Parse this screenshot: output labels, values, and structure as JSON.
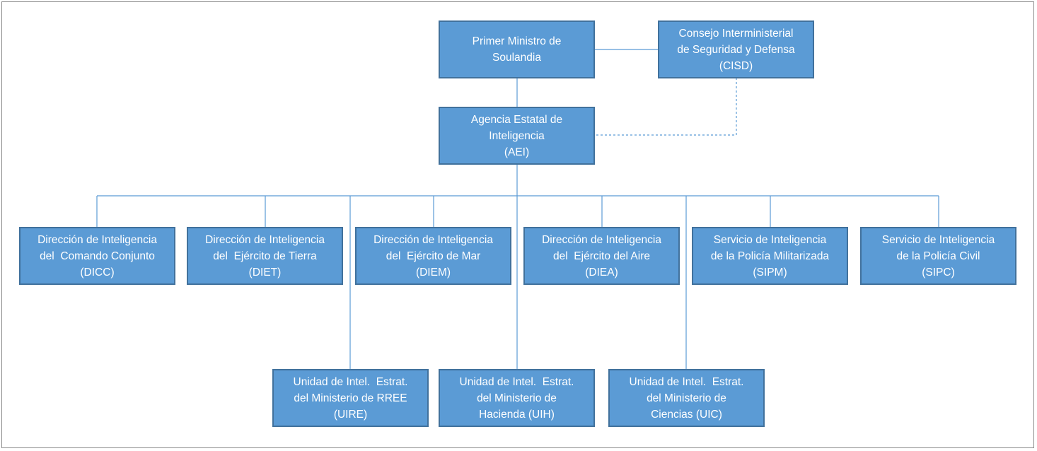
{
  "colors": {
    "box_fill": "#5b9bd5",
    "box_border": "#41719c",
    "line": "#5b9bd5",
    "text": "#ffffff",
    "frame_border": "#8a8a8a"
  },
  "nodes": {
    "primer_ministro": {
      "lines": [
        "Primer Ministro de",
        "Soulandia"
      ]
    },
    "cisd": {
      "lines": [
        "Consejo Interministerial",
        "de Seguridad y Defensa",
        "(CISD)"
      ]
    },
    "aei": {
      "lines": [
        "Agencia Estatal de",
        "Inteligencia",
        "(AEI)"
      ]
    },
    "dicc": {
      "lines": [
        "Dirección de Inteligencia",
        "del  Comando Conjunto",
        "(DICC)"
      ]
    },
    "diet": {
      "lines": [
        "Dirección de Inteligencia",
        "del  Ejército de Tierra",
        "(DIET)"
      ]
    },
    "diem": {
      "lines": [
        "Dirección de Inteligencia",
        "del  Ejército de Mar",
        "(DIEM)"
      ]
    },
    "diea": {
      "lines": [
        "Dirección de Inteligencia",
        "del  Ejército del Aire",
        "(DIEA)"
      ]
    },
    "sipm": {
      "lines": [
        "Servicio de Inteligencia",
        "de la Policía Militarizada",
        "(SIPM)"
      ]
    },
    "sipc": {
      "lines": [
        "Servicio de Inteligencia",
        "de la Policía Civil",
        "(SIPC)"
      ]
    },
    "uire": {
      "lines": [
        "Unidad de Intel.  Estrat.",
        "del Ministerio de RREE",
        "(UIRE)"
      ]
    },
    "uih": {
      "lines": [
        "Unidad de Intel.  Estrat.",
        "del Ministerio de",
        "Hacienda (UIH)"
      ]
    },
    "uic": {
      "lines": [
        "Unidad de Intel.  Estrat.",
        "del Ministerio de",
        "Ciencias (UIC)"
      ]
    }
  },
  "edges": [
    {
      "from": "primer_ministro",
      "to": "cisd",
      "style": "solid"
    },
    {
      "from": "primer_ministro",
      "to": "aei",
      "style": "solid"
    },
    {
      "from": "cisd",
      "to": "aei",
      "style": "dashed"
    },
    {
      "from": "aei",
      "to": "dicc",
      "style": "solid"
    },
    {
      "from": "aei",
      "to": "diet",
      "style": "solid"
    },
    {
      "from": "aei",
      "to": "diem",
      "style": "solid"
    },
    {
      "from": "aei",
      "to": "diea",
      "style": "solid"
    },
    {
      "from": "aei",
      "to": "sipm",
      "style": "solid"
    },
    {
      "from": "aei",
      "to": "sipc",
      "style": "solid"
    },
    {
      "from": "aei",
      "to": "uire",
      "style": "solid"
    },
    {
      "from": "aei",
      "to": "uih",
      "style": "solid"
    },
    {
      "from": "aei",
      "to": "uic",
      "style": "solid"
    }
  ]
}
